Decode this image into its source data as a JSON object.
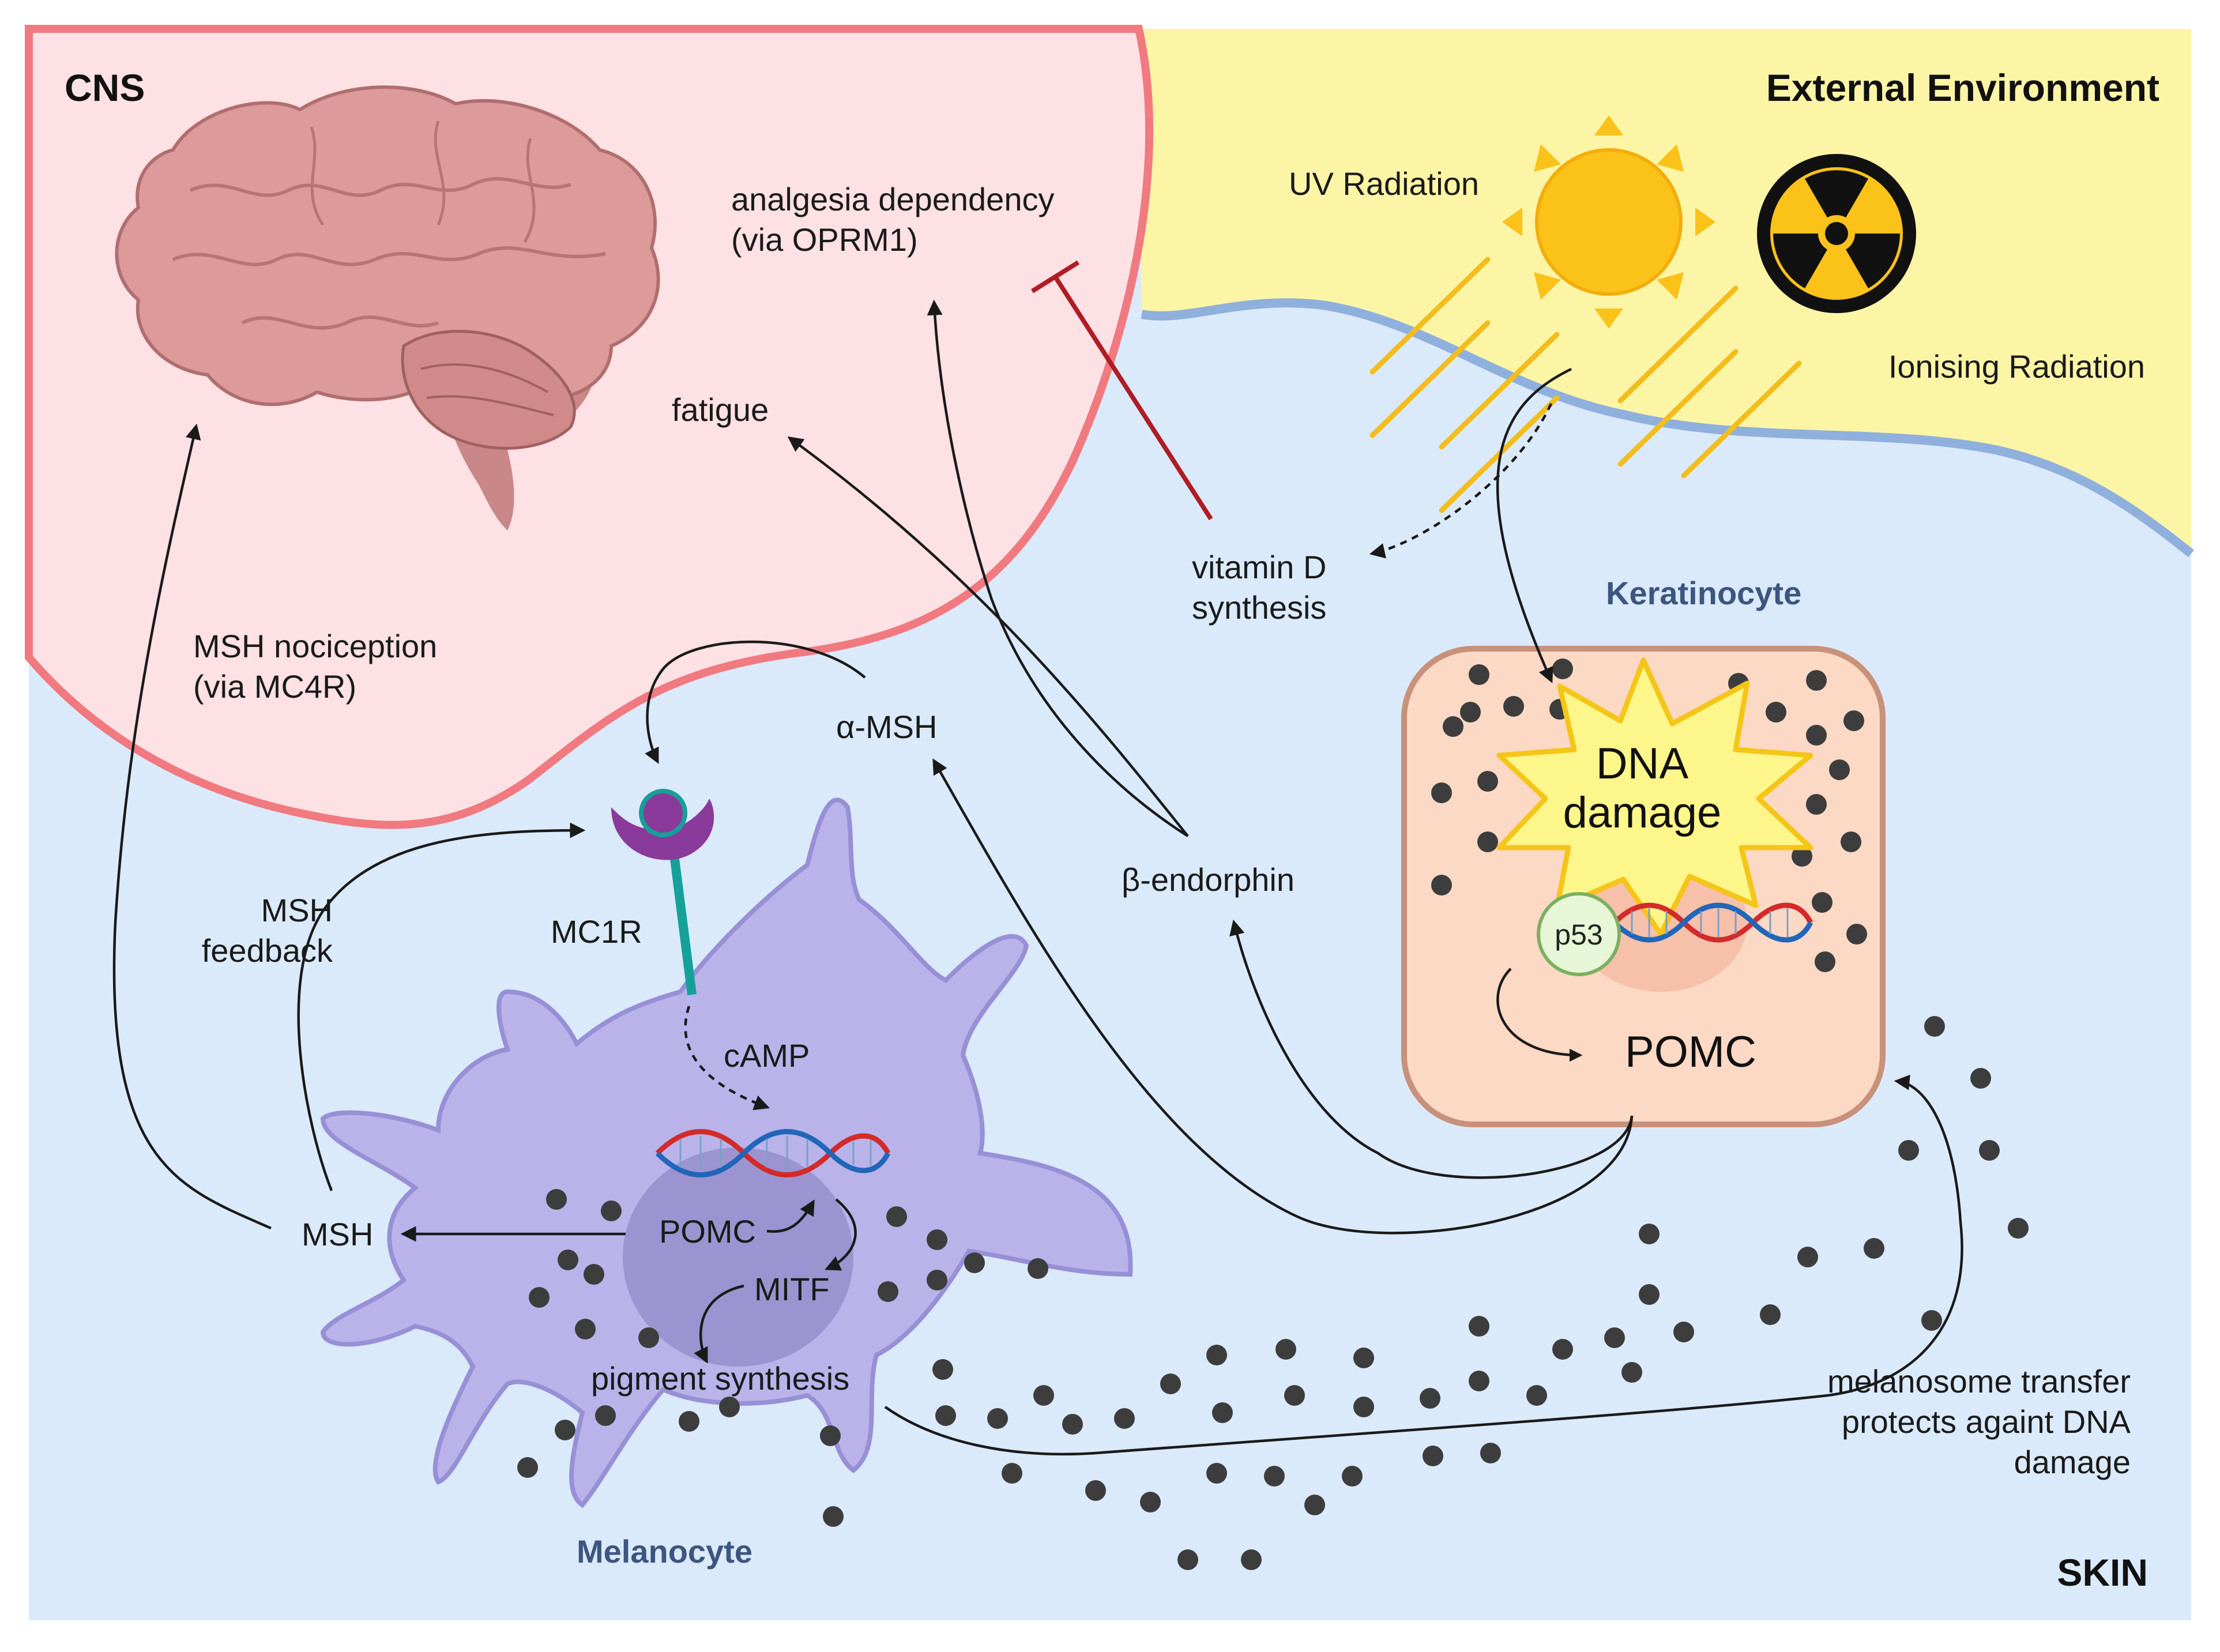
{
  "regions": {
    "cns": "CNS",
    "external": "External Environment",
    "skin": "SKIN"
  },
  "cells": {
    "keratinocyte": "Keratinocyte",
    "melanocyte": "Melanocyte"
  },
  "radiation": {
    "uv": "UV Radiation",
    "ionising": "Ionising Radiation"
  },
  "labels": {
    "analgesia_line1": "analgesia dependency",
    "analgesia_line2": "(via OPRM1)",
    "fatigue": "fatigue",
    "vitd_line1": "vitamin D",
    "vitd_line2": "synthesis",
    "nociception_line1": "MSH nociception",
    "nociception_line2": "(via MC4R)",
    "alpha_msh": "α-MSH",
    "beta_endorphin": "β-endorphin",
    "msh_feedback_line1": "MSH",
    "msh_feedback_line2": "feedback",
    "mc1r": "MC1R",
    "camp": "cAMP",
    "msh": "MSH",
    "pomc_melanocyte": "POMC",
    "mitf": "MITF",
    "pigment": "pigment synthesis",
    "dna_line1": "DNA",
    "dna_line2": "damage",
    "p53": "p53",
    "pomc_keratinocyte": "POMC",
    "transfer_line1": "melanosome transfer",
    "transfer_line2": "protects againt DNA",
    "transfer_line3": "damage"
  },
  "icons": [
    "brain-icon",
    "sun-icon",
    "radiation-hazard-icon",
    "dna-helix-icon",
    "mc1r-receptor-icon",
    "melanosome-icon"
  ],
  "colors": {
    "cns_bg": "#fde1e4",
    "cns_border": "#f07a80",
    "external_bg": "#fdf5a6",
    "skin_bg": "#dbeafa",
    "skin_border": "#8fb0dc",
    "keratinocyte_fill": "#fcd9c4",
    "keratinocyte_border": "#c8917a",
    "melanocyte_fill": "#b9b3ea",
    "melanocyte_border": "#9790d6",
    "nucleus": "#9c94d0",
    "sun": "#fbc21a",
    "inhibition": "#b01c24"
  }
}
